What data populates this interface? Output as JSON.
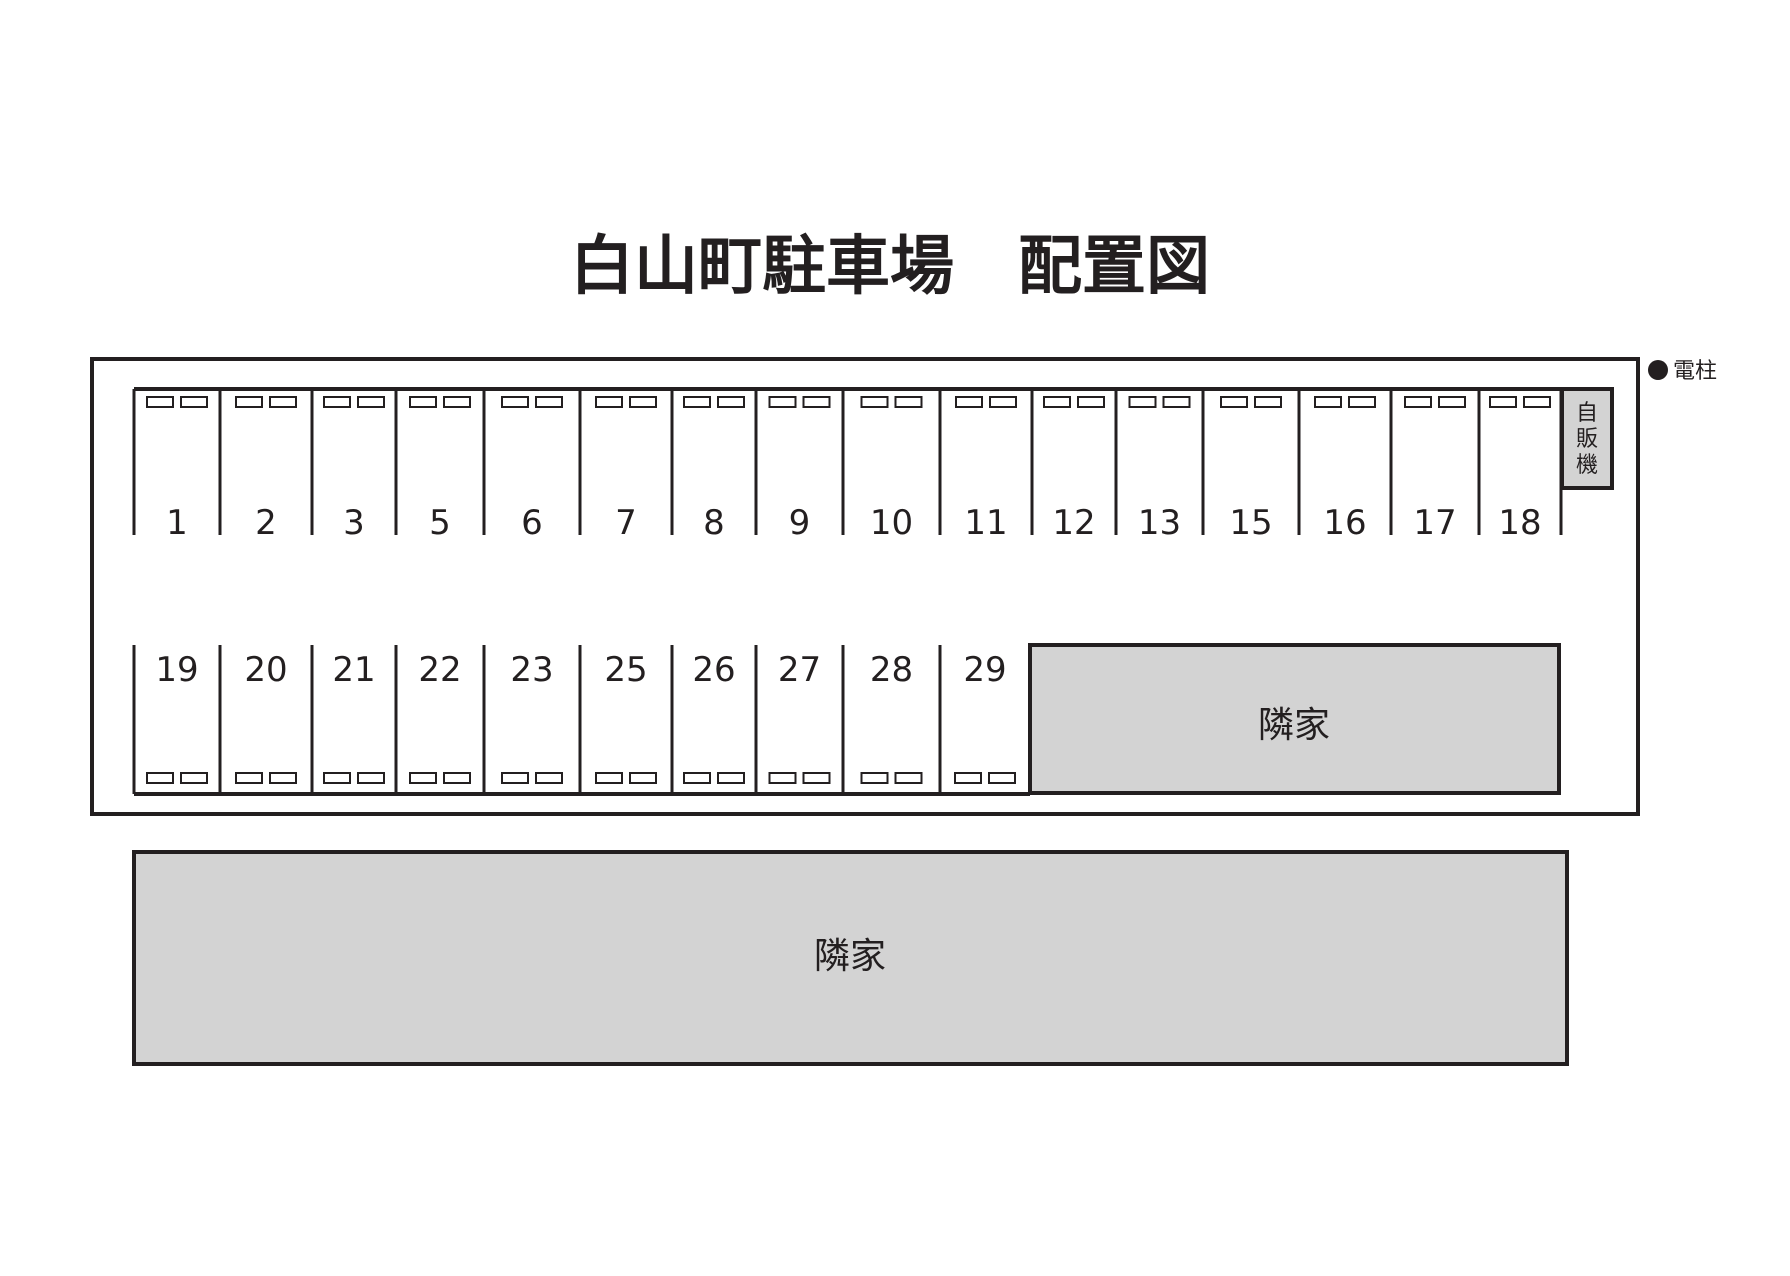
{
  "title": "白山町駐車場　配置図",
  "utility_pole": {
    "marker": "●",
    "label": "電柱"
  },
  "vending_machine": {
    "label": [
      "自",
      "販",
      "機"
    ]
  },
  "neighbor_label": "隣家",
  "top_row": [
    "1",
    "2",
    "3",
    "5",
    "6",
    "7",
    "8",
    "9",
    "10",
    "11",
    "12",
    "13",
    "15",
    "16",
    "17",
    "18"
  ],
  "bottom_row": [
    "19",
    "20",
    "21",
    "22",
    "23",
    "25",
    "26",
    "27",
    "28",
    "29"
  ],
  "colors": {
    "line": "#231f20",
    "neighbor_fill": "#d3d3d3",
    "background": "#ffffff"
  }
}
